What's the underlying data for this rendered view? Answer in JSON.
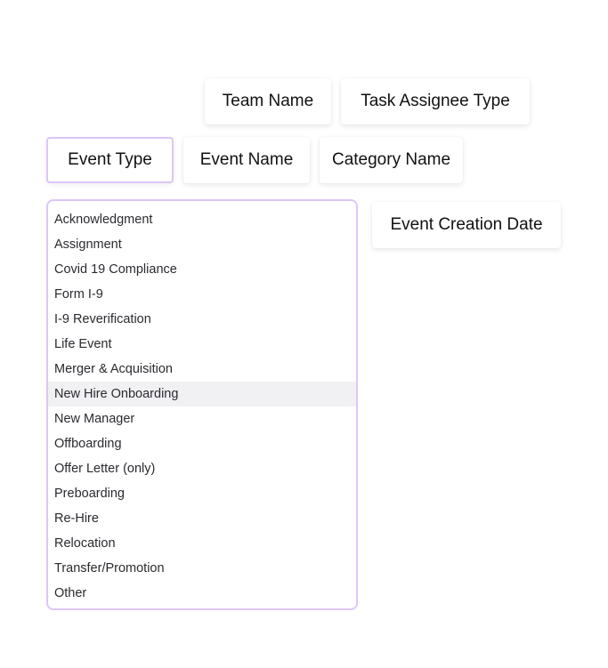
{
  "chips": {
    "team_name": "Team Name",
    "task_assignee_type": "Task Assignee Type",
    "event_type": "Event Type",
    "event_name": "Event Name",
    "category_name": "Category Name",
    "event_creation_date": "Event Creation Date"
  },
  "dropdown": {
    "highlighted_option": "New Hire Onboarding",
    "options": [
      "Acknowledgment",
      "Assignment",
      "Covid 19 Compliance",
      "Form I-9",
      "I-9 Reverification",
      "Life Event",
      "Merger & Acquisition",
      "New Hire Onboarding",
      "New Manager",
      "Offboarding",
      "Offer Letter (only)",
      "Preboarding",
      "Re-Hire",
      "Relocation",
      "Transfer/Promotion",
      "Other"
    ]
  },
  "colors": {
    "active_border": "#dcc6f7",
    "highlight_bg": "#f1f1f4"
  }
}
